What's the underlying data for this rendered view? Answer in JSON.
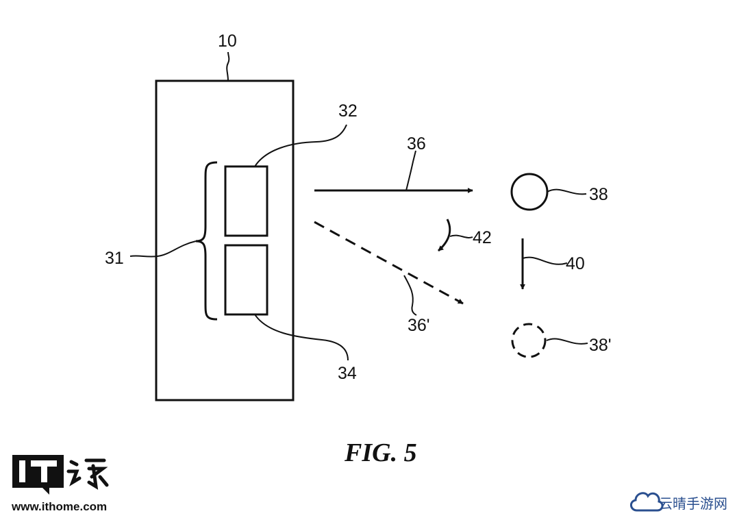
{
  "figure": {
    "caption": "FIG. 5",
    "labels": {
      "device": "10",
      "group": "31",
      "upper_element": "32",
      "lower_element": "34",
      "beam": "36",
      "beam_deflected": "36'",
      "object": "38",
      "object_moved": "38'",
      "motion": "40",
      "rotation": "42"
    }
  },
  "watermarks": {
    "left_logo_text": "IT之家",
    "left_url": "www.ithome.com",
    "right_text": "云晴手游网"
  },
  "colors": {
    "line": "#111111",
    "right_watermark": "#2a4f8f"
  }
}
